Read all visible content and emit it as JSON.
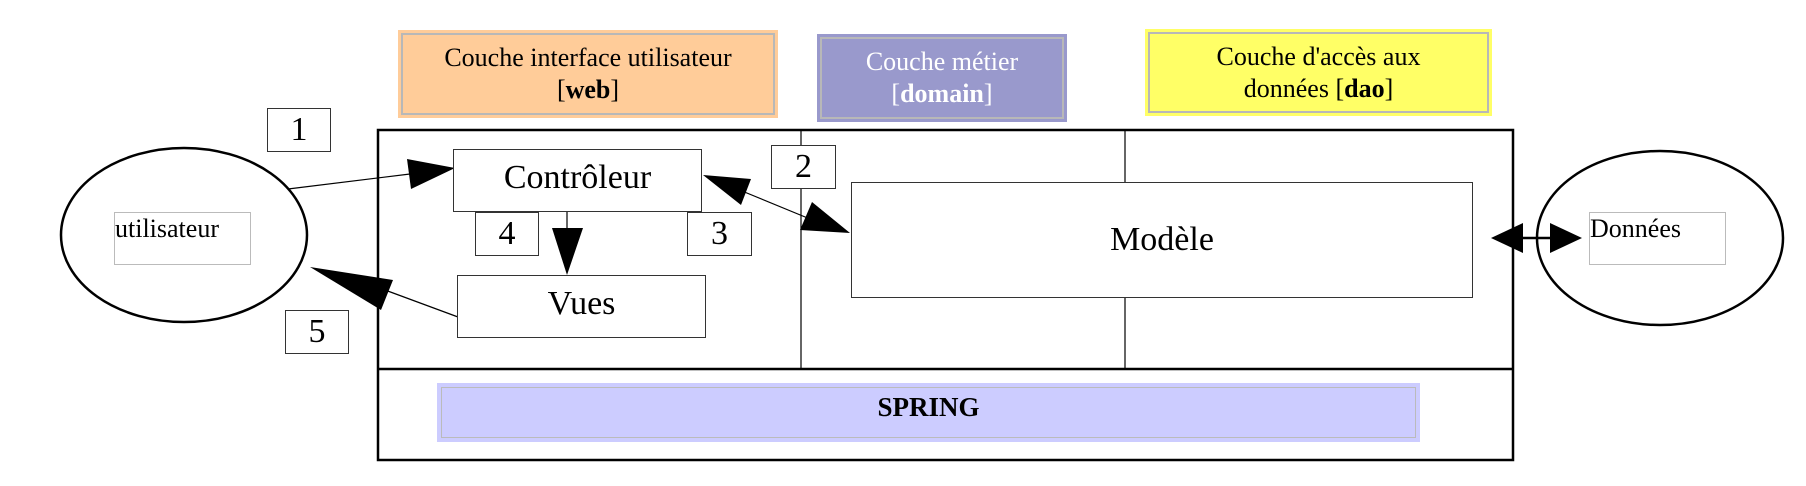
{
  "layers": {
    "web": {
      "title": "Couche interface utilisateur",
      "open": "[",
      "code": "web",
      "close": "]",
      "color": "#ffcc99"
    },
    "domain": {
      "title": "Couche métier",
      "open": "[",
      "code": "domain",
      "close": "]",
      "color": "#9999cc"
    },
    "dao": {
      "title": "Couche d'accès aux",
      "title2": "données",
      "open": "[",
      "code": "dao",
      "close": "]",
      "color": "#ffff66"
    }
  },
  "actors": {
    "user": "utilisateur",
    "data": "Données"
  },
  "components": {
    "controller": "Contrôleur",
    "views": "Vues",
    "model": "Modèle"
  },
  "steps": [
    "1",
    "2",
    "3",
    "4",
    "5"
  ],
  "framework": {
    "label": "SPRING",
    "color": "#ccccff"
  }
}
